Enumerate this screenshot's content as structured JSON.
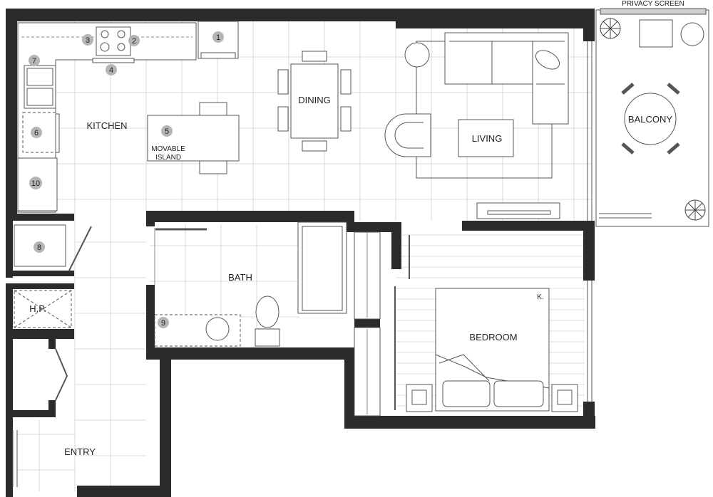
{
  "rooms": {
    "kitchen": "KITCHEN",
    "dining": "DINING",
    "living": "LIVING",
    "balcony": "BALCONY",
    "bath": "BATH",
    "bedroom": "BEDROOM",
    "entry": "ENTRY",
    "hp": "H.P."
  },
  "annotations": {
    "privacy_screen": "PRIVACY SCREEN",
    "island_line1": "MOVABLE",
    "island_line2": "ISLAND",
    "bed_key": "K."
  },
  "markers": {
    "m1": "1",
    "m2": "2",
    "m3": "3",
    "m4": "4",
    "m5": "5",
    "m6": "6",
    "m7": "7",
    "m8": "8",
    "m9": "9",
    "m10": "10"
  },
  "colors": {
    "wall": "#2b2b2b",
    "line": "#555555",
    "grid": "#c8c8c8",
    "marker": "#b5b5b5",
    "background": "#ffffff"
  }
}
